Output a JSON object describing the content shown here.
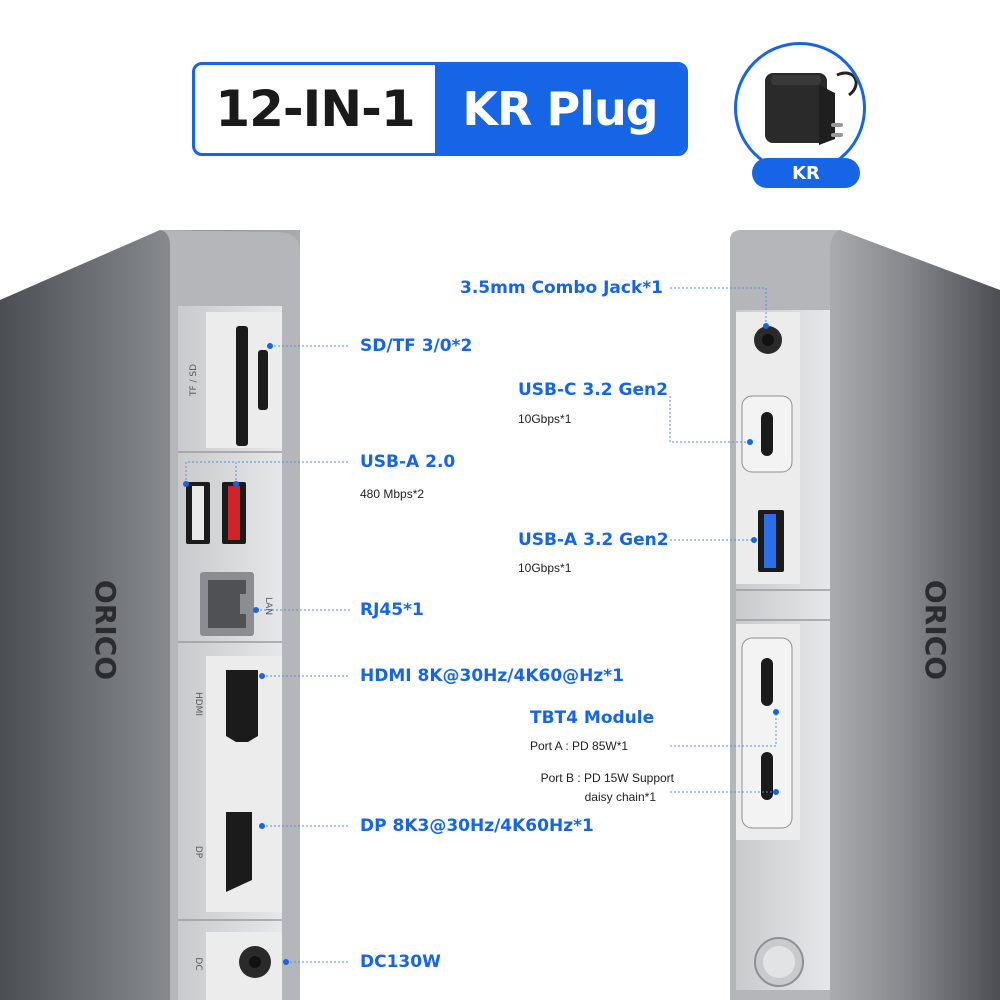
{
  "header": {
    "count_label": "12-IN-1",
    "plug_label": "KR Plug"
  },
  "plug_badge": "KR",
  "brand": "ORICO",
  "device_left_labels": {
    "tf_sd": "TF / SD",
    "lan": "LAN",
    "hdmi": "HDMI",
    "dp": "DP",
    "dc": "DC"
  },
  "left_ports": [
    {
      "title": "SD/TF 3/0*2",
      "detail": ""
    },
    {
      "title": "USB-A 2.0",
      "detail": "480 Mbps*2"
    },
    {
      "title": "RJ45*1",
      "detail": ""
    },
    {
      "title": "HDMI 8K@30Hz/4K60@Hz*1",
      "detail": ""
    },
    {
      "title": "DP 8K3@30Hz/4K60Hz*1",
      "detail": ""
    },
    {
      "title": "DC130W",
      "detail": ""
    }
  ],
  "right_ports": [
    {
      "title": "3.5mm Combo Jack*1",
      "detail": ""
    },
    {
      "title": "USB-C 3.2 Gen2",
      "detail": "10Gbps*1"
    },
    {
      "title": "USB-A 3.2 Gen2",
      "detail": "10Gbps*1"
    }
  ],
  "tbt4": {
    "title": "TBT4 Module",
    "port_a": "Port A : PD 85W*1",
    "port_b_line1": "Port B : PD 15W Support",
    "port_b_line2": "daisy chain*1"
  },
  "colors": {
    "accent": "#1565e6",
    "device_body": "#6e7175",
    "device_panel": "#d9dadc",
    "port_black": "#1b1b1b"
  }
}
